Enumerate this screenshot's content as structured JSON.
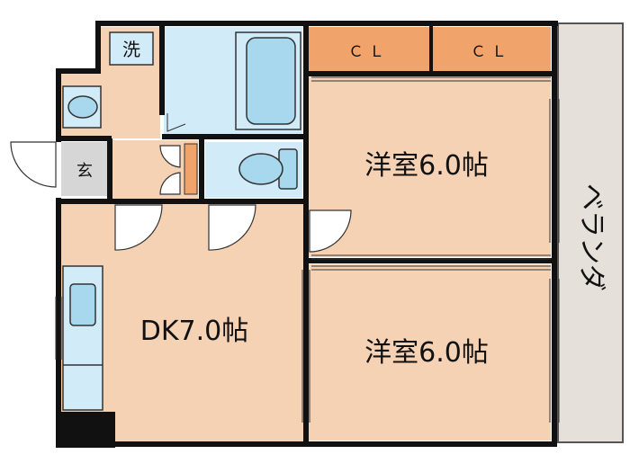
{
  "rooms": {
    "western_room_top": "洋室6.0帖",
    "western_room_bottom": "洋室6.0帖",
    "dk": "DK7.0帖",
    "closet_left": "ＣＬ",
    "closet_right": "ＣＬ",
    "veranda": "ベランダ",
    "washer": "洗",
    "entrance": "玄"
  },
  "colors": {
    "room_floor": "#f5d2b4",
    "closet": "#f0a36a",
    "wet_area": "#d2ebf8",
    "fixture": "#a8d8ee",
    "veranda": "#e5e1da",
    "entrance": "#d6d6d6",
    "wall": "#111111"
  }
}
